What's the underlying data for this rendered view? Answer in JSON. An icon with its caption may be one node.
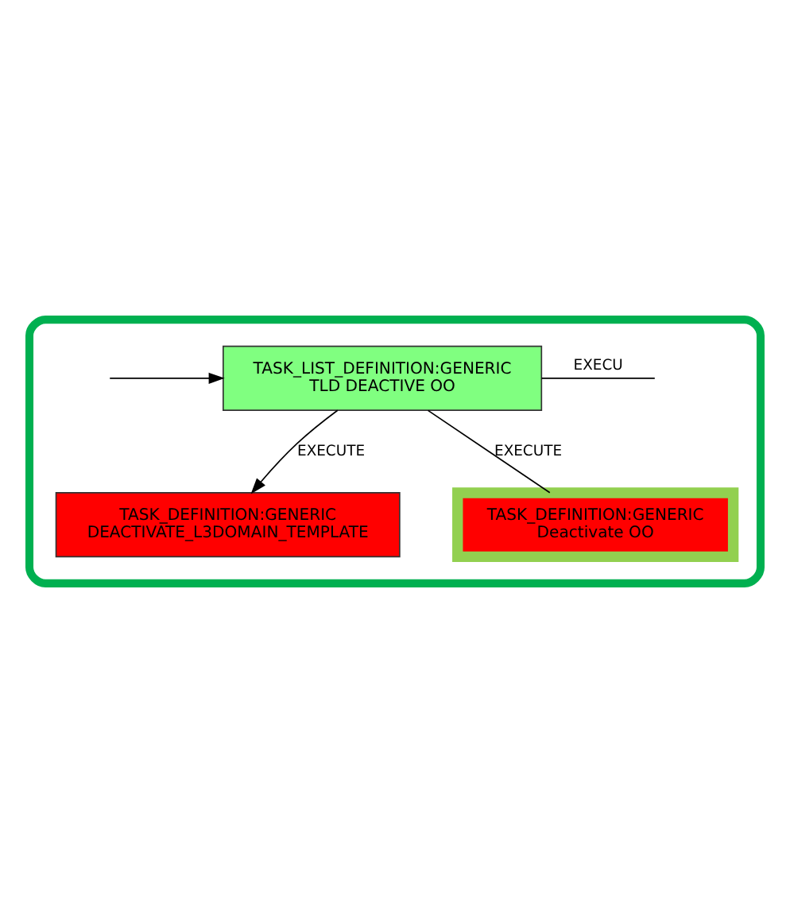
{
  "diagram": {
    "nodes": [
      {
        "text": [],
        "shape": "box"
      },
      {
        "text": [
          "TASK_LIST_DEFINITION:GENERIC",
          "TLD DEACTIVE OO"
        ],
        "in": 0
      },
      {
        "text": [
          "TASK_DEFINITION:GENERIC",
          "DEACTIVATE_L3DOMAIN_TEMPLATE"
        ],
        "in": 0
      },
      {
        "text": [
          "TASK_DEFINITION:GENERIC",
          "Deactivate OO"
        ],
        "in": 0
      }
    ],
    "edges": [
      {
        "from": 1,
        "to": null,
        "label": "EXECU",
        "arrow": "none"
      },
      {
        "from": 1,
        "to": 2,
        "label": "EXECUTE",
        "arrow": "to"
      },
      {
        "from": 1,
        "to": 3,
        "label": "EXECUTE",
        "arrow": "none"
      },
      {
        "from": null,
        "to": 1,
        "arrow": "to"
      }
    ]
  }
}
